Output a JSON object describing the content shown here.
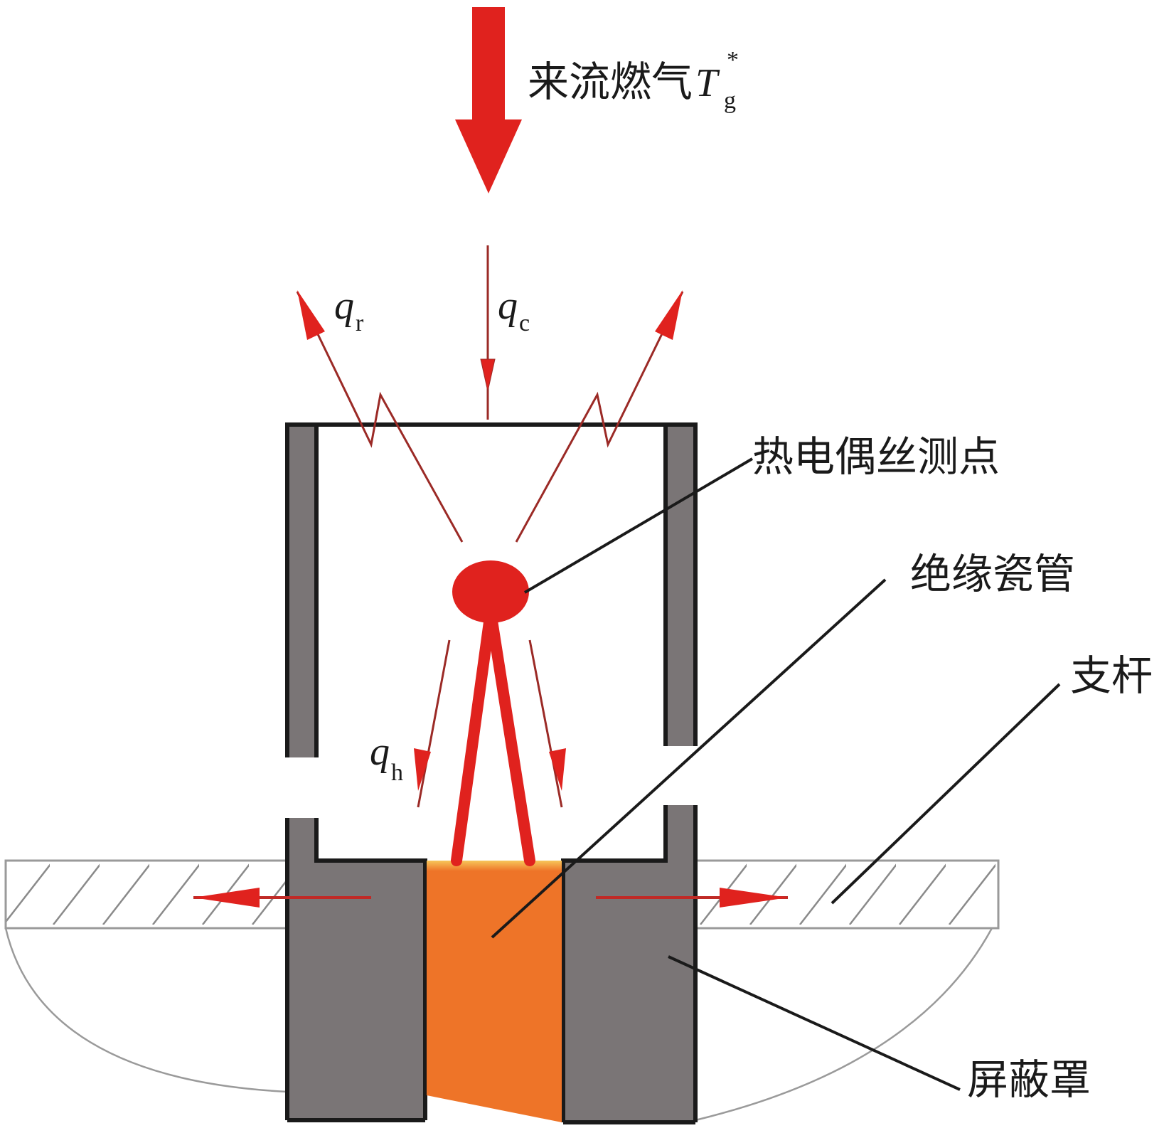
{
  "labels": {
    "incoming_gas": "来流燃气",
    "gas_temp_symbol": "T",
    "gas_temp_sub": "g",
    "gas_temp_sup": "*",
    "q_radiation": "q",
    "q_radiation_sub": "r",
    "q_convection": "q",
    "q_convection_sub": "c",
    "q_conduction": "q",
    "q_conduction_sub": "h",
    "junction": "热电偶丝测点",
    "insulator": "绝缘瓷管",
    "strut": "支杆",
    "shield": "屏蔽罩"
  },
  "colors": {
    "arrow_red": "#e0221e",
    "flux_line": "#9b2a26",
    "shield_gray": "#7a7576",
    "outline": "#1a1a1a",
    "ceramic_orange": "#ee7428",
    "strut_hatch": "#8a8a8a"
  }
}
